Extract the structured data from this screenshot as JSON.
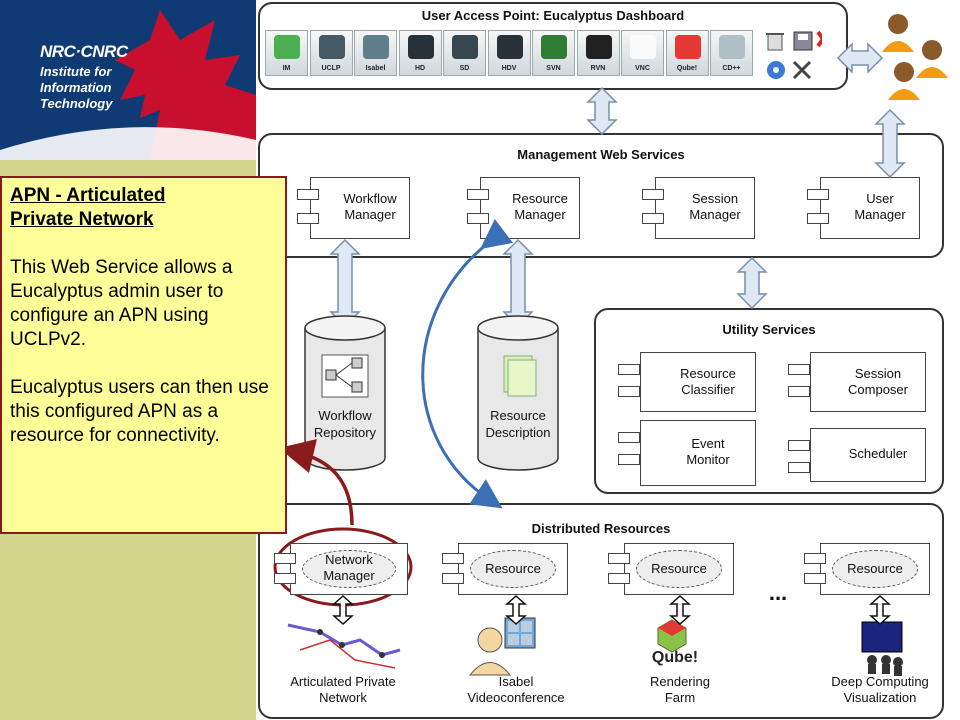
{
  "logo": {
    "brand": "NRC·CNRC",
    "line1": "Institute for",
    "line2": "Information",
    "line3": "Technology"
  },
  "dashboard": {
    "title": "User Access Point: Eucalyptus Dashboard",
    "buttons": [
      "IM",
      "UCLP",
      "Isabel",
      "HD",
      "SD",
      "HDV",
      "SVN",
      "RVN",
      "VNC",
      "Qube!",
      "CD++"
    ]
  },
  "management": {
    "title": "Management Web Services",
    "components": [
      {
        "line1": "Workflow",
        "line2": "Manager"
      },
      {
        "line1": "Resource",
        "line2": "Manager"
      },
      {
        "line1": "Session",
        "line2": "Manager"
      },
      {
        "line1": "User",
        "line2": "Manager"
      }
    ]
  },
  "repositories": [
    {
      "line1": "Workflow",
      "line2": "Repository"
    },
    {
      "line1": "Resource",
      "line2": "Description"
    }
  ],
  "utility": {
    "title": "Utility Services",
    "components": [
      {
        "line1": "Resource",
        "line2": "Classifier"
      },
      {
        "line1": "Session",
        "line2": "Composer"
      },
      {
        "line1": "Event",
        "line2": "Monitor"
      },
      {
        "line1": "Scheduler",
        "line2": ""
      }
    ]
  },
  "distributed": {
    "title": "Distributed Resources",
    "ellipsis": "...",
    "nodes": [
      {
        "node1": "Network",
        "node2": "Manager",
        "label1": "Articulated Private",
        "label2": "Network"
      },
      {
        "node1": "Resource",
        "node2": "",
        "label1": "Isabel",
        "label2": "Videoconference"
      },
      {
        "node1": "Resource",
        "node2": "",
        "label1": "Rendering",
        "label2": "Farm"
      },
      {
        "node1": "Resource",
        "node2": "",
        "label1": "Deep Computing",
        "label2": "Visualization"
      }
    ],
    "qube_logo": "Qube!"
  },
  "note": {
    "title1": "APN - Articulated",
    "title2": "Private Network",
    "para1": "This Web Service allows a Eucalyptus admin user to configure an APN using UCLPv2.",
    "para2": "Eucalyptus users can then use this configured APN as a resource for connectivity."
  },
  "colors": {
    "logo_bg": "#0f3a73",
    "left_band": "#d5d68e",
    "note_bg": "#ffff99",
    "highlight_red": "#8b1a1a",
    "arrow_fill": "#dfe8f5",
    "arrow_blue": "#3c6fb5"
  }
}
